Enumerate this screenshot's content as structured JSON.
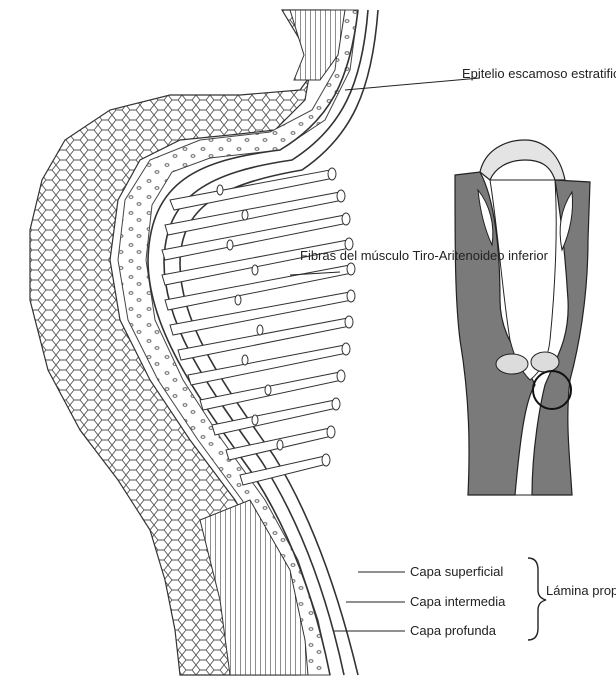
{
  "labels": {
    "epitelio_line1": "Epitelio escamoso",
    "epitelio_line2": "estratificado",
    "fibras_line1": "Fibras del",
    "fibras_line2": "músculo",
    "fibras_line3": "Tiro-Aritenoideo",
    "fibras_line4": "inferior",
    "capa_superficial": "Capa superficial",
    "capa_intermedia": "Capa intermedia",
    "capa_profunda": "Capa profunda",
    "lamina_line1": "Lámina",
    "lamina_line2": "propia"
  },
  "colors": {
    "ink": "#222222",
    "tissue_dark": "#555555",
    "tissue_mid": "#8a8a8a",
    "tissue_light": "#d9d9d9",
    "paper": "#ffffff"
  }
}
